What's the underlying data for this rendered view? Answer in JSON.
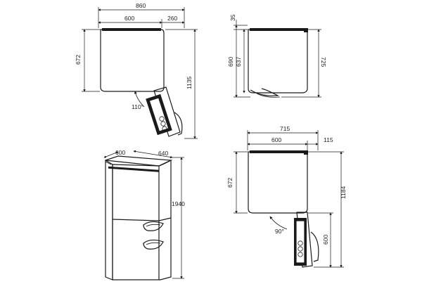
{
  "views": {
    "top_left": {
      "width_total": "860",
      "width_body": "600",
      "door_swing": "260",
      "depth": "672",
      "open_depth": "1135",
      "angle": "110°"
    },
    "top_right": {
      "top_gap": "35",
      "depth_a": "690",
      "depth_b": "637",
      "depth_c": "725"
    },
    "bottom_right": {
      "width_total": "715",
      "width_body": "600",
      "door_swing": "115",
      "depth": "672",
      "open_depth": "1184",
      "door_depth": "600",
      "angle": "90°"
    },
    "perspective": {
      "width": "600",
      "depth": "640",
      "height": "1940"
    }
  }
}
